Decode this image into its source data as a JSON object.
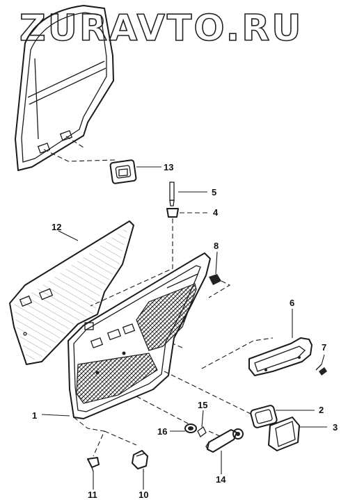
{
  "watermark": "ZURAVTO.RU",
  "callouts": {
    "c1": "1",
    "c2": "2",
    "c3": "3",
    "c4": "4",
    "c5": "5",
    "c6": "6",
    "c7": "7",
    "c8": "8",
    "c10": "10",
    "c11": "11",
    "c12": "12",
    "c13": "13",
    "c14": "14",
    "c15": "15",
    "c16": "16"
  }
}
